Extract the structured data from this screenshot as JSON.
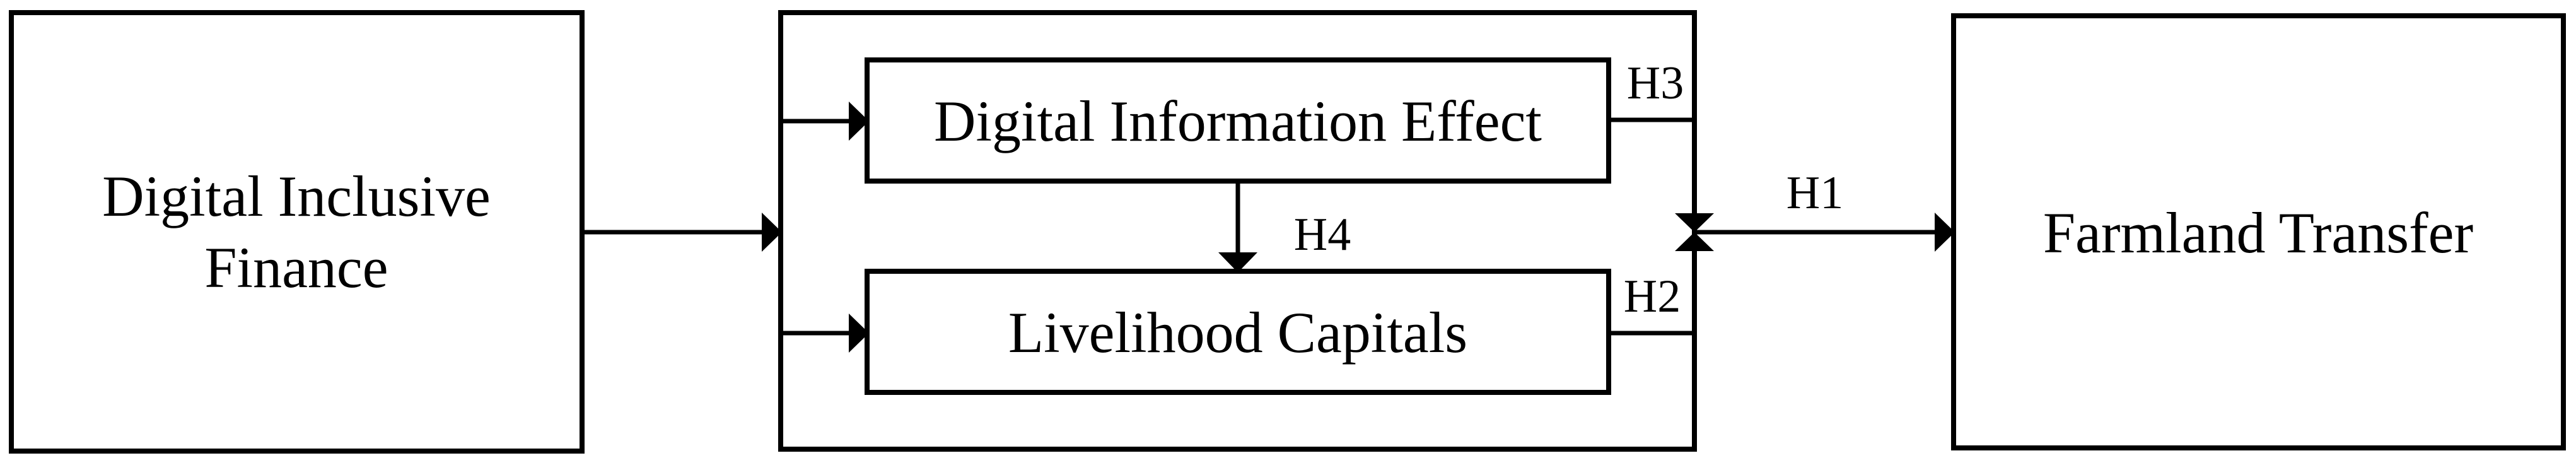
{
  "figure": {
    "background_color": "#ffffff",
    "line_color": "#000000"
  },
  "nodes": {
    "digital_inclusive_finance": {
      "lines": [
        "Digital Inclusive",
        "Finance"
      ]
    },
    "digital_information_effect": {
      "label": "Digital Information Effect"
    },
    "livelihood_capitals": {
      "label": "Livelihood Capitals"
    },
    "farmland_transfer": {
      "label": "Farmland Transfer"
    }
  },
  "hypotheses": {
    "h1": "H1",
    "h2": "H2",
    "h3": "H3",
    "h4": "H4"
  }
}
